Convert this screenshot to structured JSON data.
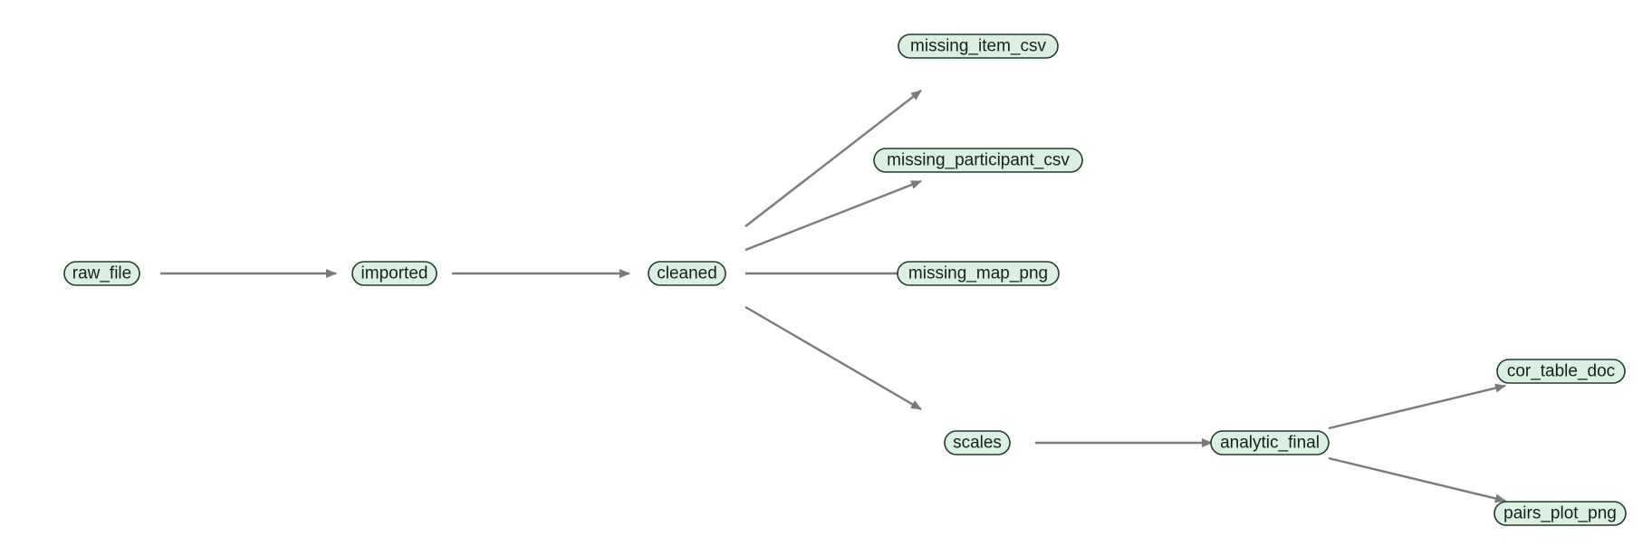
{
  "diagram": {
    "type": "dependency-graph",
    "nodes": {
      "raw_file": "raw_file",
      "imported": "imported",
      "cleaned": "cleaned",
      "missing_item_csv": "missing_item_csv",
      "missing_participant_csv": "missing_participant_csv",
      "missing_map_png": "missing_map_png",
      "scales": "scales",
      "analytic_final": "analytic_final",
      "cor_table_doc": "cor_table_doc",
      "pairs_plot_png": "pairs_plot_png"
    },
    "edges": [
      [
        "raw_file",
        "imported"
      ],
      [
        "imported",
        "cleaned"
      ],
      [
        "cleaned",
        "missing_item_csv"
      ],
      [
        "cleaned",
        "missing_participant_csv"
      ],
      [
        "cleaned",
        "missing_map_png"
      ],
      [
        "cleaned",
        "scales"
      ],
      [
        "scales",
        "analytic_final"
      ],
      [
        "analytic_final",
        "cor_table_doc"
      ],
      [
        "analytic_final",
        "pairs_plot_png"
      ]
    ],
    "colors": {
      "node_fill": "#dcefe2",
      "node_border": "#1f3d2c",
      "edge": "#7a7a7a",
      "text": "#0f2418"
    }
  }
}
